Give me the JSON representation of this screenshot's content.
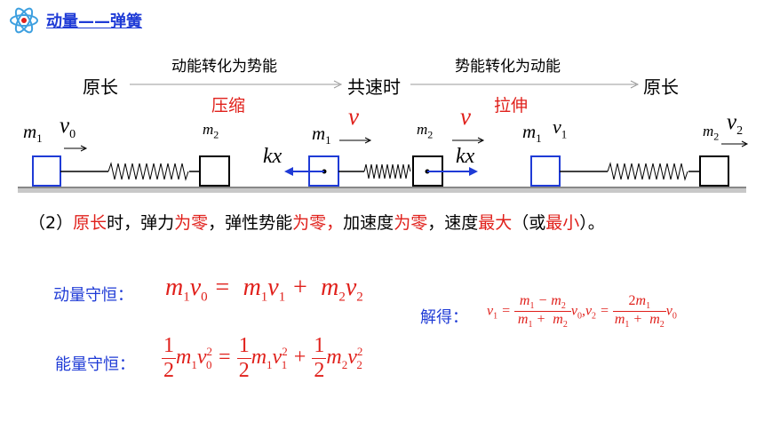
{
  "header": {
    "title": "动量——弹簧",
    "logo_icon": "atom-icon"
  },
  "process": {
    "state_start": "原长",
    "arrow1_label_top": "动能转化为势能",
    "arrow1_label_bottom": "压缩",
    "state_mid": "共速时",
    "arrow2_label_top": "势能转化为动能",
    "arrow2_label_bottom": "拉伸",
    "state_end": "原长"
  },
  "diagram": {
    "fig1": {
      "m1": "m",
      "m1_sub": "1",
      "v": "v",
      "v_sub": "0",
      "m2": "m",
      "m2_sub": "2"
    },
    "fig2": {
      "m1": "m",
      "m1_sub": "1",
      "m2": "m",
      "m2_sub": "2",
      "v_left": "v",
      "v_right": "v",
      "kx_left": "kx",
      "kx_right": "kx"
    },
    "fig3": {
      "m1": "m",
      "m1_sub": "1",
      "v1": "v",
      "v1_sub": "1",
      "m2": "m",
      "m2_sub": "2",
      "v2": "v",
      "v2_sub": "2"
    }
  },
  "statement": {
    "prefix": "（2）",
    "p1": "原长",
    "p2": "时，弹力",
    "p3": "为零",
    "p4": "，弹性势能",
    "p5": "为零，",
    "p6": "加速度",
    "p7": "为零",
    "p8": "，速度",
    "p9": "最大",
    "p10": "（或",
    "p11": "最小",
    "p12": "）。"
  },
  "equations": {
    "momentum_label": "动量守恒：",
    "energy_label": "能量守恒：",
    "solution_label": "解得："
  },
  "colors": {
    "accent": "#1f3bd6",
    "highlight": "#e0201b",
    "ground": "#a0a0a0"
  }
}
